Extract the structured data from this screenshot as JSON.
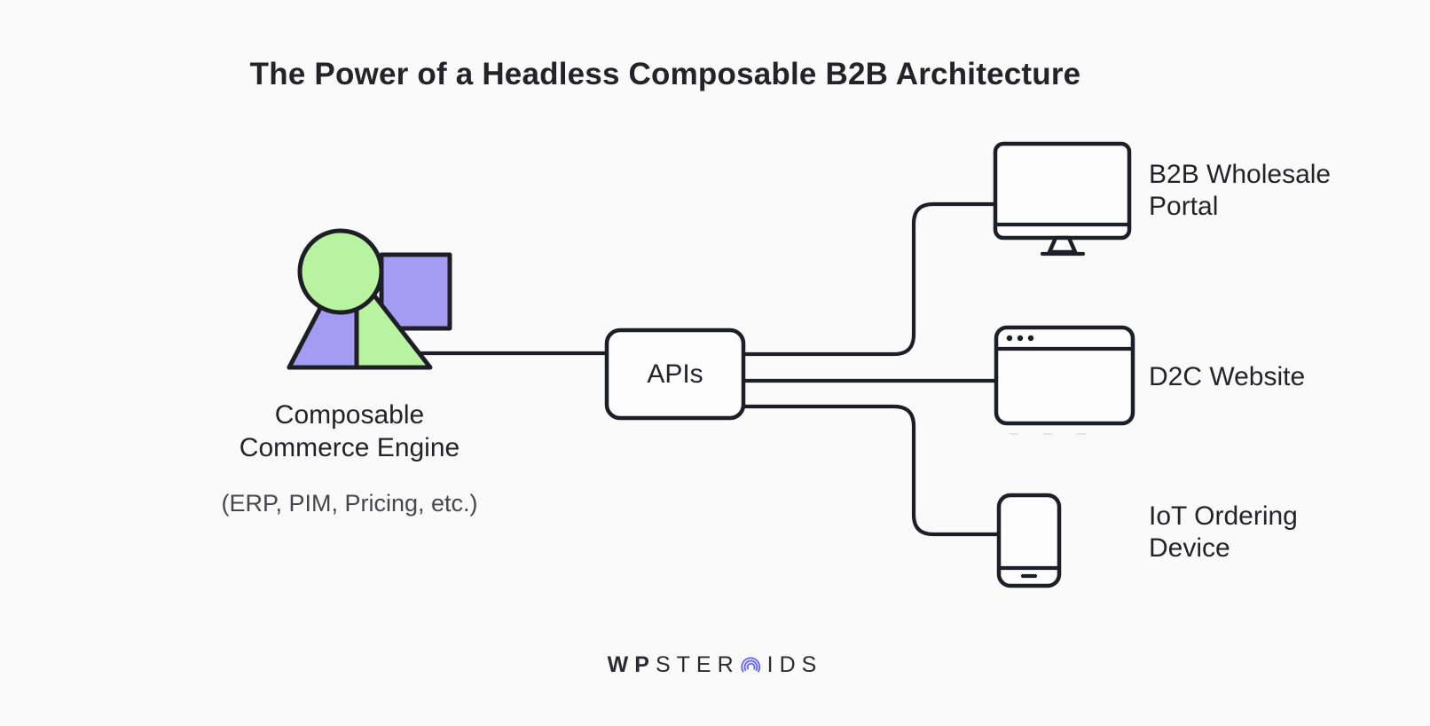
{
  "title": "The Power of a Headless Composable B2B Architecture",
  "engine": {
    "name_line1": "Composable",
    "name_line2": "Commerce Engine",
    "subtitle": "(ERP, PIM, Pricing, etc.)",
    "shape_icons": [
      "circle-shape",
      "rectangle-shape",
      "split-triangle-shape"
    ]
  },
  "hub": {
    "label": "APIs"
  },
  "endpoints": [
    {
      "icon": "desktop-monitor-icon",
      "line1": "B2B Wholesale",
      "line2": "Portal"
    },
    {
      "icon": "browser-window-icon",
      "line1": "D2C Website"
    },
    {
      "icon": "smartphone-icon",
      "line1": "IoT Ordering",
      "line2": "Device"
    }
  ],
  "logo": {
    "bold": "WP",
    "mid": "STER",
    "o_icon": "concentric-rings-icon",
    "tail": "IDS"
  },
  "colors": {
    "background": "#fafafa",
    "stroke": "#1e1e26",
    "green": "#b9f2a0",
    "purple": "#a29df2",
    "text": "#232329",
    "subtext": "#46464c",
    "logo_text": "#2b2b31",
    "logo_accent": "#6a6ae8",
    "panel": "#fdfdfd"
  }
}
